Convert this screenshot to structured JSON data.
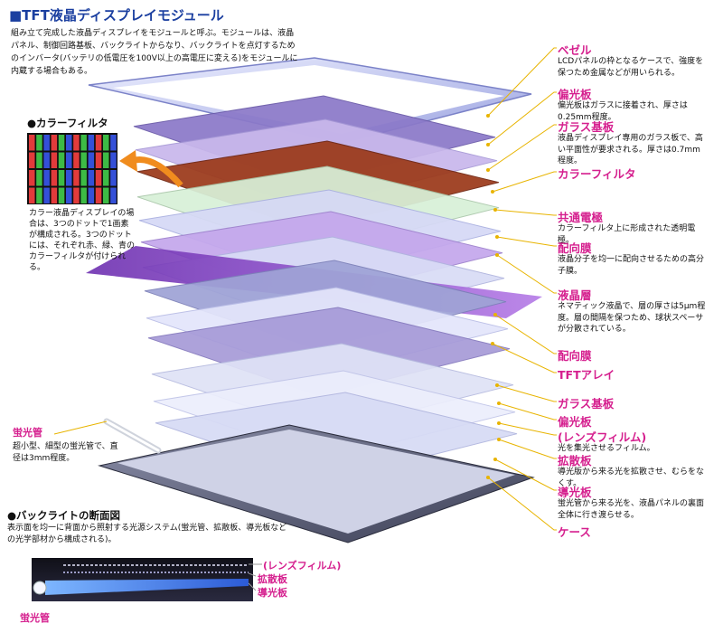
{
  "title": "■TFT液晶ディスプレイモジュール",
  "intro": "組み立て完成した液晶ディスプレイをモジュールと呼ぶ。モジュールは、液晶パネル、制御回路基板、バックライトからなり、バックライトを点灯するためのインバータ(バッテリの低電圧を100V以上の高電圧に変える)をモジュールに内蔵する場合もある。",
  "colorfilter": {
    "heading": "●カラーフィルタ",
    "text": "カラー液晶ディスプレイの場合は、3つのドットで1画素が構成される。3つのドットには、それぞれ赤、緑、青のカラーフィルタが付けられる。"
  },
  "lamp": {
    "label": "蛍光管",
    "text": "超小型、細型の蛍光管で、直径は3mm程度。"
  },
  "backlight_section": {
    "heading": "●バックライトの断面図",
    "text": "表示面を均一に背面から照射する光源システム(蛍光管、拡散板、導光板などの光学部材から構成される)。",
    "labels": [
      "(レンズフィルム)",
      "拡散板",
      "導光板"
    ],
    "lamp_label": "蛍光管"
  },
  "layers": [
    {
      "label": "ベゼル",
      "desc": "LCDパネルの枠となるケースで、強度を保つため金属などが用いられる。"
    },
    {
      "label": "偏光板",
      "desc": "偏光板はガラスに接着され、厚さは0.25mm程度。"
    },
    {
      "label": "ガラス基板",
      "desc": "液晶ディスプレイ専用のガラス板で、高い平面性が要求される。厚さは0.7mm程度。"
    },
    {
      "label": "カラーフィルタ",
      "desc": ""
    },
    {
      "label": "共通電極",
      "desc": "カラーフィルタ上に形成された透明電極。"
    },
    {
      "label": "配向膜",
      "desc": "液晶分子を均一に配向させるための高分子膜。"
    },
    {
      "label": "液晶層",
      "desc": "ネマティック液晶で、層の厚さは5μm程度。層の間隔を保つため、球状スペーサが分散されている。"
    },
    {
      "label": "配向膜",
      "desc": ""
    },
    {
      "label": "TFTアレイ",
      "desc": ""
    },
    {
      "label": "ガラス基板",
      "desc": ""
    },
    {
      "label": "偏光板",
      "desc": ""
    },
    {
      "label": "(レンズフィルム)",
      "desc": "光を集光させるフィルム。"
    },
    {
      "label": "拡散板",
      "desc": "導光版から来る光を拡散させ、むらをなくす。"
    },
    {
      "label": "導光板",
      "desc": "蛍光管から来る光を、液晶パネルの裏面全体に行き渡らせる。"
    },
    {
      "label": "ケース",
      "desc": ""
    }
  ],
  "colors": {
    "title_blue": "#1b3fa0",
    "label_magenta": "#d51f8e",
    "leader_yellow": "#e8b400",
    "color_filter_brown": "#9c3a1a",
    "arrow_orange": "#f08c1e",
    "purple_plate": "#8a4dc7",
    "bezel_lavender": "#c8cdf2"
  }
}
